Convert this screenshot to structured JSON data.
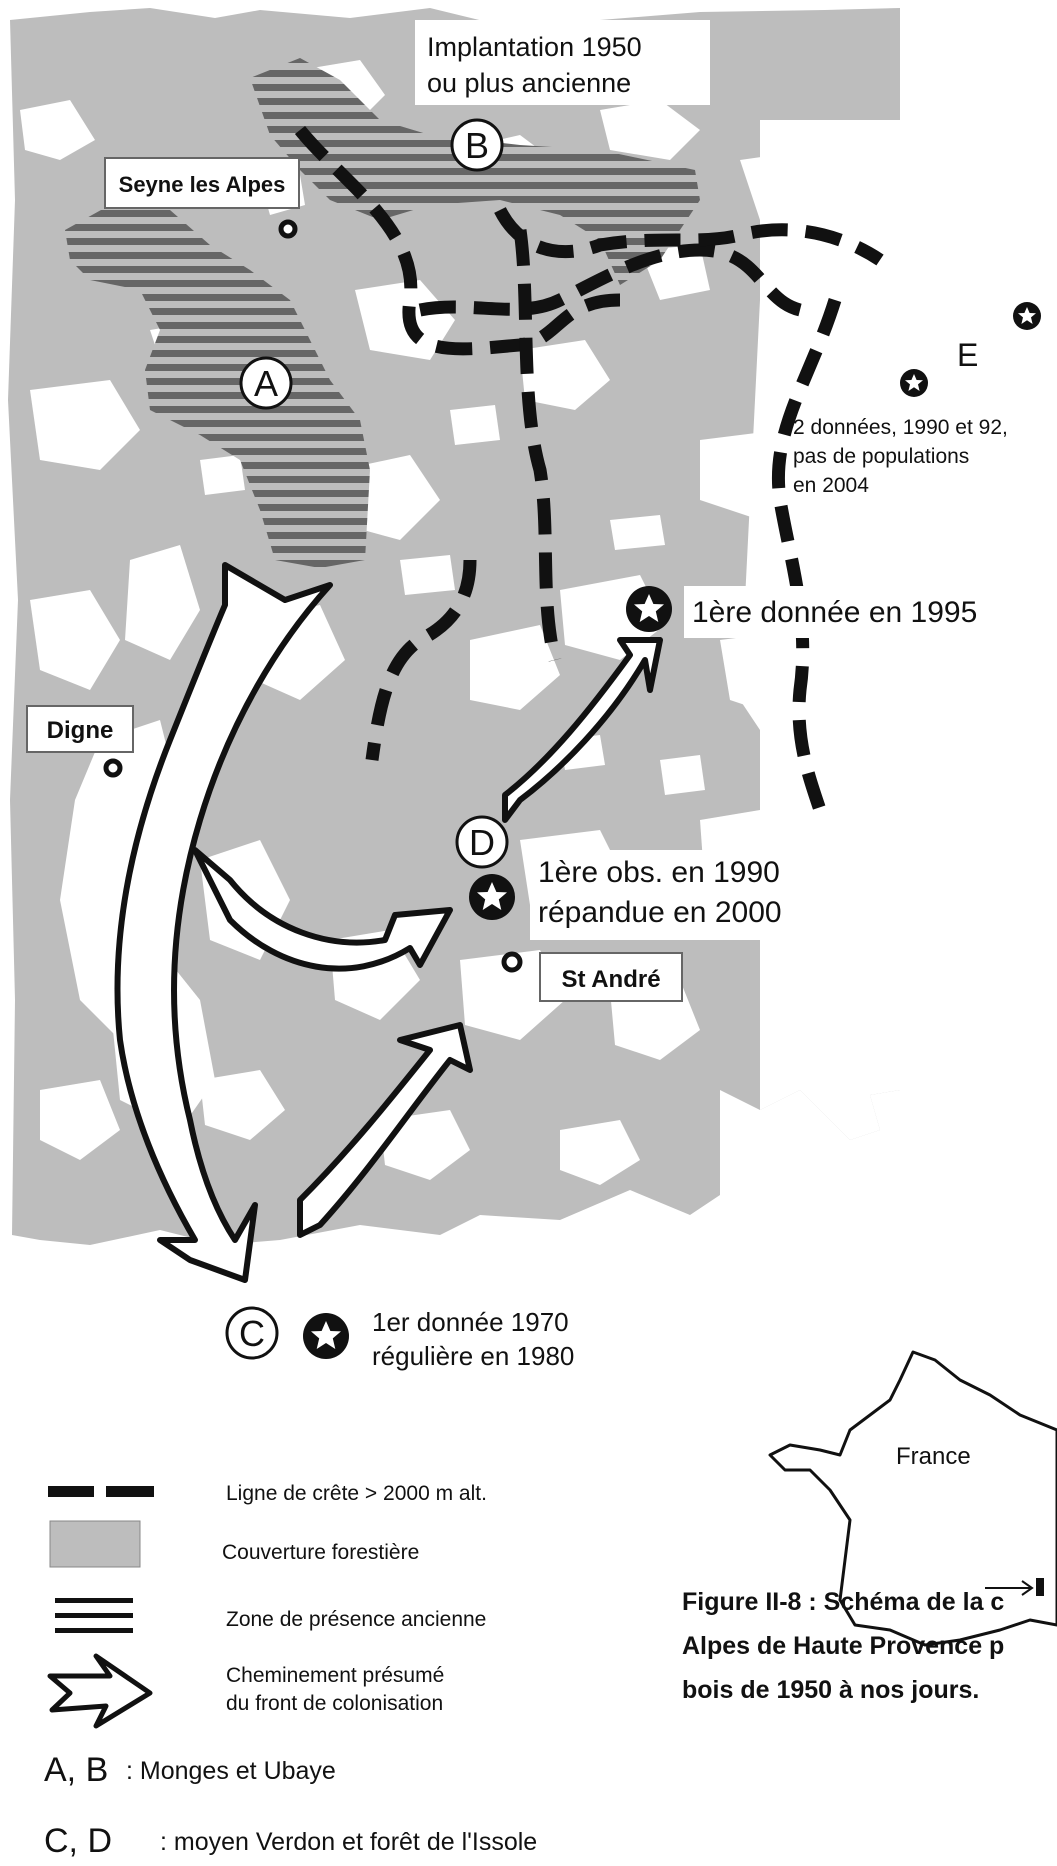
{
  "map": {
    "top_note_line1": "Implantation 1950",
    "top_note_line2": "ou plus ancienne",
    "towns": {
      "seyne": "Seyne les Alpes",
      "digne": "Digne",
      "st_andre": "St André"
    },
    "markers": {
      "a": "A",
      "b": "B",
      "c": "C",
      "d": "D",
      "e": "E"
    },
    "notes": {
      "e_line1": "2 données, 1990 et 92,",
      "e_line2": "pas de populations",
      "e_line3": "en 2004",
      "first_1995": "1ère donnée en 1995",
      "d_line1": "1ère obs. en 1990",
      "d_line2": "répandue en 2000",
      "c_line1": "1er donnée  1970",
      "c_line2": "régulière en 1980"
    },
    "inset_label": "France"
  },
  "legend": {
    "items": [
      {
        "symbol": "dashed-line-icon",
        "label": "Ligne de crête > 2000 m alt."
      },
      {
        "symbol": "grey-box-icon",
        "label": "Couverture forestière"
      },
      {
        "symbol": "hatch-lines-icon",
        "label": "Zone de présence ancienne"
      },
      {
        "symbol": "arrow-outline-icon",
        "label_line1": "Cheminement présumé",
        "label_line2": "du front de colonisation"
      }
    ],
    "key_ab_letters": "A, B",
    "key_ab_text": " : Monges et Ubaye",
    "key_cd_letters": "C, D",
    "key_cd_text": " : moyen Verdon et forêt de l'Issole"
  },
  "caption": {
    "text": "Figure II-8 : Schéma de la c\nAlpes de Haute Provence p\nbois de 1950 à nos jours."
  },
  "colors": {
    "forest": "#bdbdbd",
    "hatch": "#666666",
    "ink": "#111111",
    "background": "#ffffff"
  }
}
